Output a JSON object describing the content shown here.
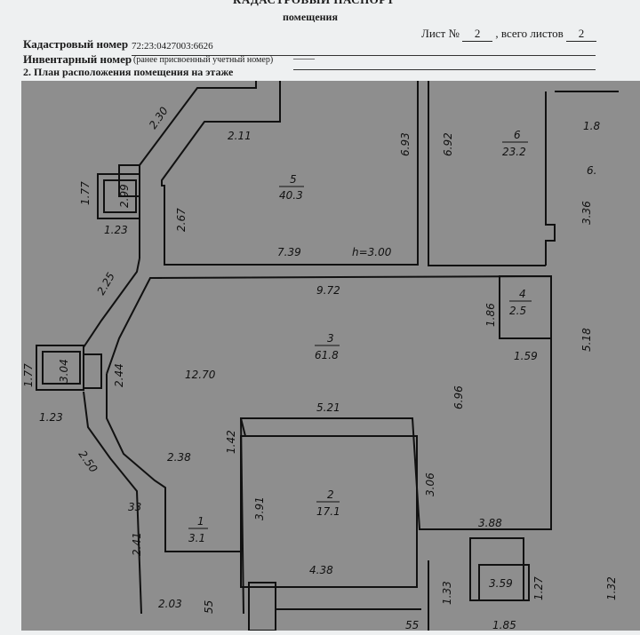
{
  "header": {
    "title": "КАДАСТРОВЫЙ ПАСПОРТ",
    "subtitle": "помещения",
    "sheet_label": "Лист №",
    "sheet_no": "2",
    "total_label": ", всего листов",
    "total_no": "2",
    "cadastral_label": "Кадастровый номер",
    "cadastral_value": "72:23:0427003:6626",
    "inventory_label": "Инвентарный номер",
    "inventory_note": "(ранее присвоенный учетный номер)",
    "inventory_value": "——",
    "plan_title": "2. План расположения помещения на этаже"
  },
  "rooms": [
    {
      "no": "5",
      "area": "40.3"
    },
    {
      "no": "6",
      "area": "23.2"
    },
    {
      "no": "4",
      "area": "2.5"
    },
    {
      "no": "3",
      "area": "61.8"
    },
    {
      "no": "2",
      "area": "17.1"
    },
    {
      "no": "1",
      "area": "3.1"
    }
  ],
  "dims": [
    "2.30",
    "2.11",
    "6.93",
    "6.92",
    "1.8",
    "6.",
    "1.77",
    "2.99",
    "1.23",
    "2.67",
    "7.39",
    "h=3.00",
    "3.36",
    "2.25",
    "9.72",
    "1.86",
    "1.59",
    "5.18",
    "1.77",
    "3.04",
    "2.44",
    "12.70",
    "1.23",
    "5.21",
    "6.96",
    "2.50",
    "2.38",
    "1.42",
    "3.06",
    "33",
    "3.91",
    "2.41",
    "3.88",
    "4.38",
    "3.59",
    "2.03",
    "55",
    "1.33",
    "1.27",
    "1.32",
    "1.85",
    "55"
  ]
}
